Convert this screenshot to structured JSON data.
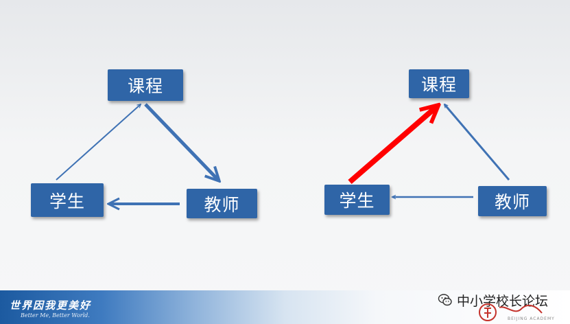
{
  "left_diagram": {
    "course": "课程",
    "student": "学生",
    "teacher": "教师"
  },
  "right_diagram": {
    "course": "课程",
    "student": "学生",
    "teacher": "教师"
  },
  "colors": {
    "node_fill": "#2f65a7",
    "arrow_blue": "#3f72b4",
    "arrow_red": "#ff0000"
  },
  "footer": {
    "motto_cn": "世界因我更美好",
    "motto_en": "Better Me, Better World.",
    "watermark": "中小学校长论坛",
    "logo_sub": "BEIJING ACADEMY"
  }
}
